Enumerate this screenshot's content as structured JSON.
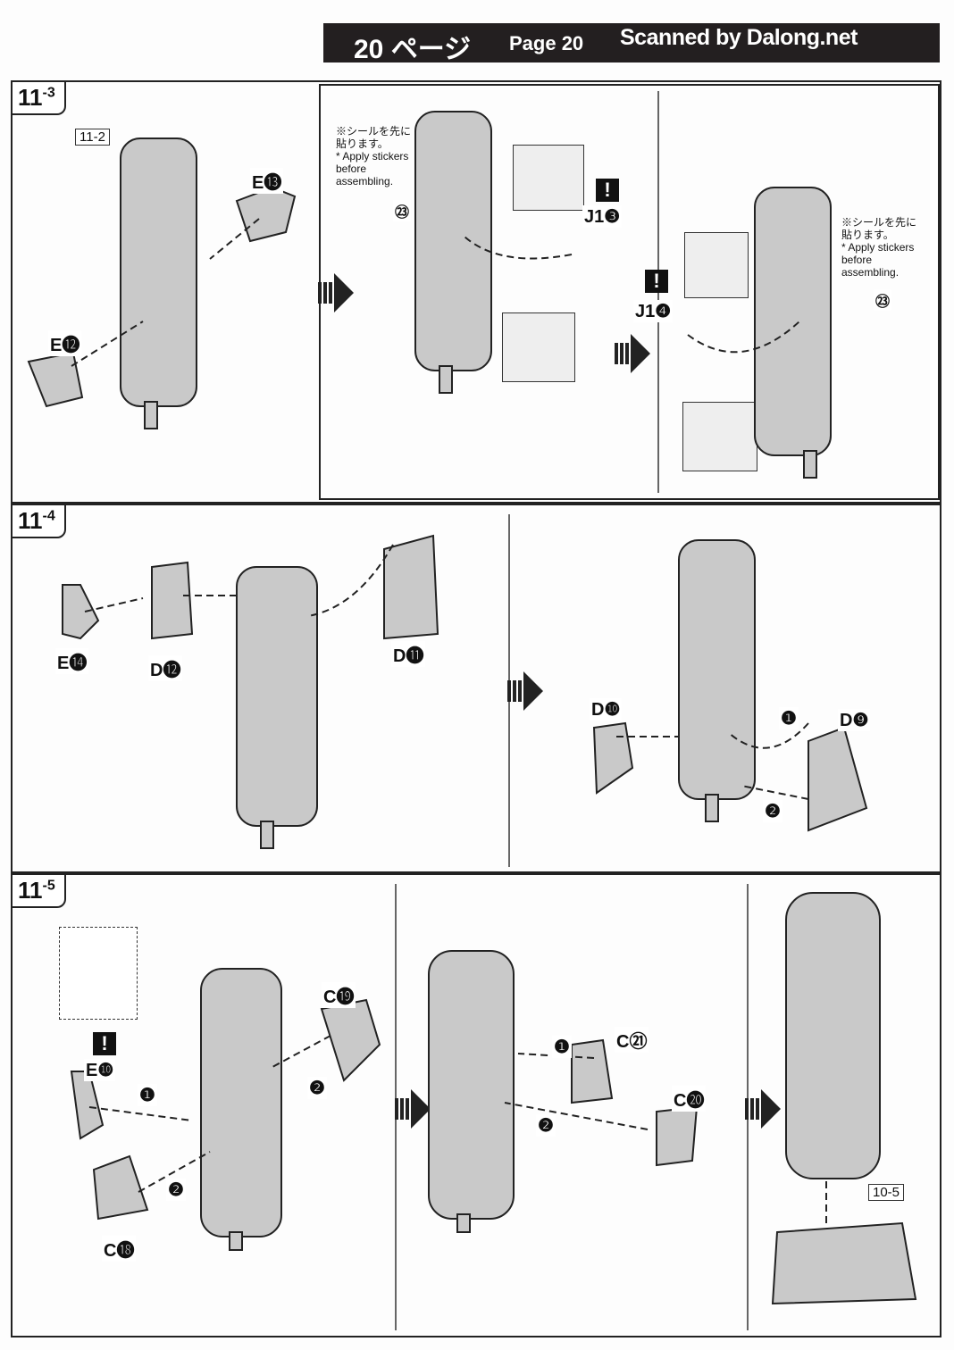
{
  "header": {
    "title_jp": "20 ページ",
    "title_en": "Page 20",
    "watermark": "Scanned by Dalong.net"
  },
  "sections": [
    {
      "step": "11",
      "sub": "-3",
      "labels": {
        "ref": "11-2",
        "e13": "E⓭",
        "e12": "E⓬",
        "j13": "J1❸",
        "j14": "J1❹",
        "sticker": "㉓"
      },
      "note_jp": "※シールを先に貼ります。",
      "note_en": "* Apply stickers before assembling."
    },
    {
      "step": "11",
      "sub": "-4",
      "labels": {
        "e14": "E⓮",
        "d12": "D⓬",
        "d11": "D⓫",
        "d10": "D❿",
        "d9": "D❾",
        "n1": "❶",
        "n2": "❷"
      }
    },
    {
      "step": "11",
      "sub": "-5",
      "labels": {
        "e10": "E❿",
        "c19": "C⓳",
        "c18": "C⓲",
        "c21": "C㉑",
        "c20": "C⓴",
        "n1": "❶",
        "n2": "❷",
        "ref": "10-5"
      }
    }
  ],
  "warn": "!"
}
